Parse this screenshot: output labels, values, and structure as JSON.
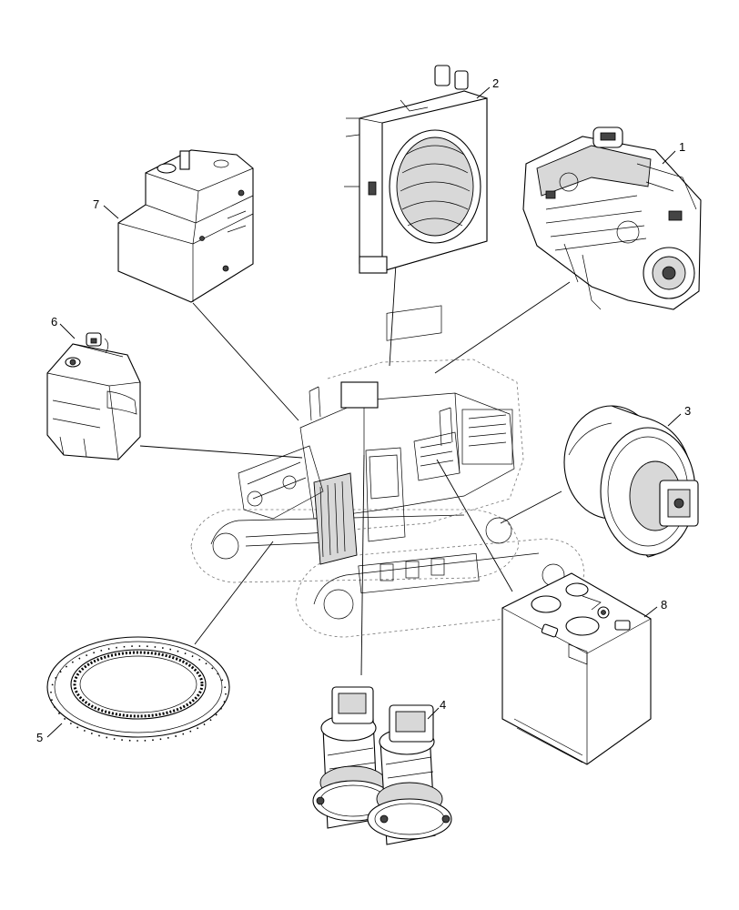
{
  "callouts": [
    {
      "id": "engine",
      "label": "1"
    },
    {
      "id": "radiator",
      "label": "2"
    },
    {
      "id": "travel-motor",
      "label": "3"
    },
    {
      "id": "swing-drives",
      "label": "4"
    },
    {
      "id": "swing-bearing",
      "label": "5"
    },
    {
      "id": "def-tank",
      "label": "6"
    },
    {
      "id": "hydraulic-tank",
      "label": "7"
    },
    {
      "id": "fuel-tank",
      "label": "8"
    }
  ]
}
